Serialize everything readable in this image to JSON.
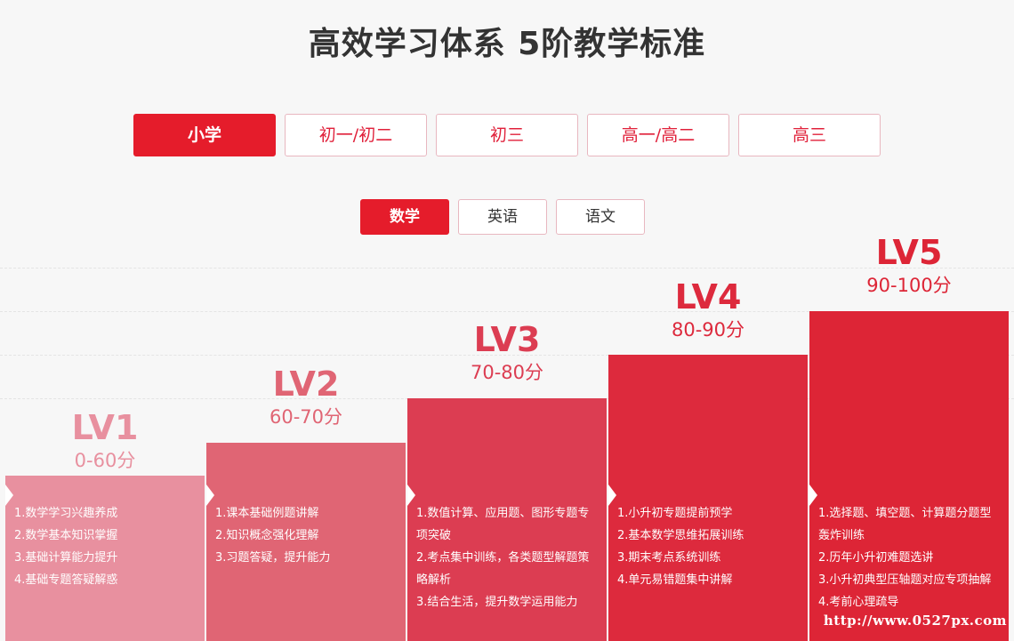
{
  "page": {
    "title": "高效学习体系 5阶教学标准"
  },
  "grade_tabs": [
    {
      "label": "小学",
      "active": true
    },
    {
      "label": "初一/初二",
      "active": false
    },
    {
      "label": "初三",
      "active": false
    },
    {
      "label": "高一/高二",
      "active": false
    },
    {
      "label": "高三",
      "active": false
    }
  ],
  "subject_tabs": [
    {
      "label": "数学",
      "active": true
    },
    {
      "label": "英语",
      "active": false
    },
    {
      "label": "语文",
      "active": false
    }
  ],
  "colors": {
    "accent": "#e51c2b",
    "lv1": "#e8909f",
    "lv2": "#e06574",
    "lv3": "#dc3d52",
    "lv4": "#dd2a3d",
    "lv5": "#dd2536"
  },
  "levels": [
    {
      "name": "LV1",
      "score": "0-60分",
      "items": [
        "1.数学学习兴趣养成",
        "2.数学基本知识掌握",
        "3.基础计算能力提升",
        "4.基础专题答疑解惑"
      ]
    },
    {
      "name": "LV2",
      "score": "60-70分",
      "items": [
        "1.课本基础例题讲解",
        "2.知识概念强化理解",
        "3.习题答疑，提升能力"
      ]
    },
    {
      "name": "LV3",
      "score": "70-80分",
      "items": [
        "1.数值计算、应用题、图形专题专",
        "项突破",
        "2.考点集中训练，各类题型解题策",
        "略解析",
        "3.结合生活，提升数学运用能力"
      ]
    },
    {
      "name": "LV4",
      "score": "80-90分",
      "items": [
        "1.小升初专题提前预学",
        "2.基本数学思维拓展训练",
        "3.期末考点系统训练",
        "4.单元易错题集中讲解"
      ]
    },
    {
      "name": "LV5",
      "score": "90-100分",
      "items": [
        "1.选择题、填空题、计算题分题型",
        "轰炸训练",
        "2.历年小升初难题选讲",
        "3.小升初典型压轴题对应专项抽解",
        "4.考前心理疏导"
      ]
    }
  ],
  "watermark": "http://www.0527px.com"
}
